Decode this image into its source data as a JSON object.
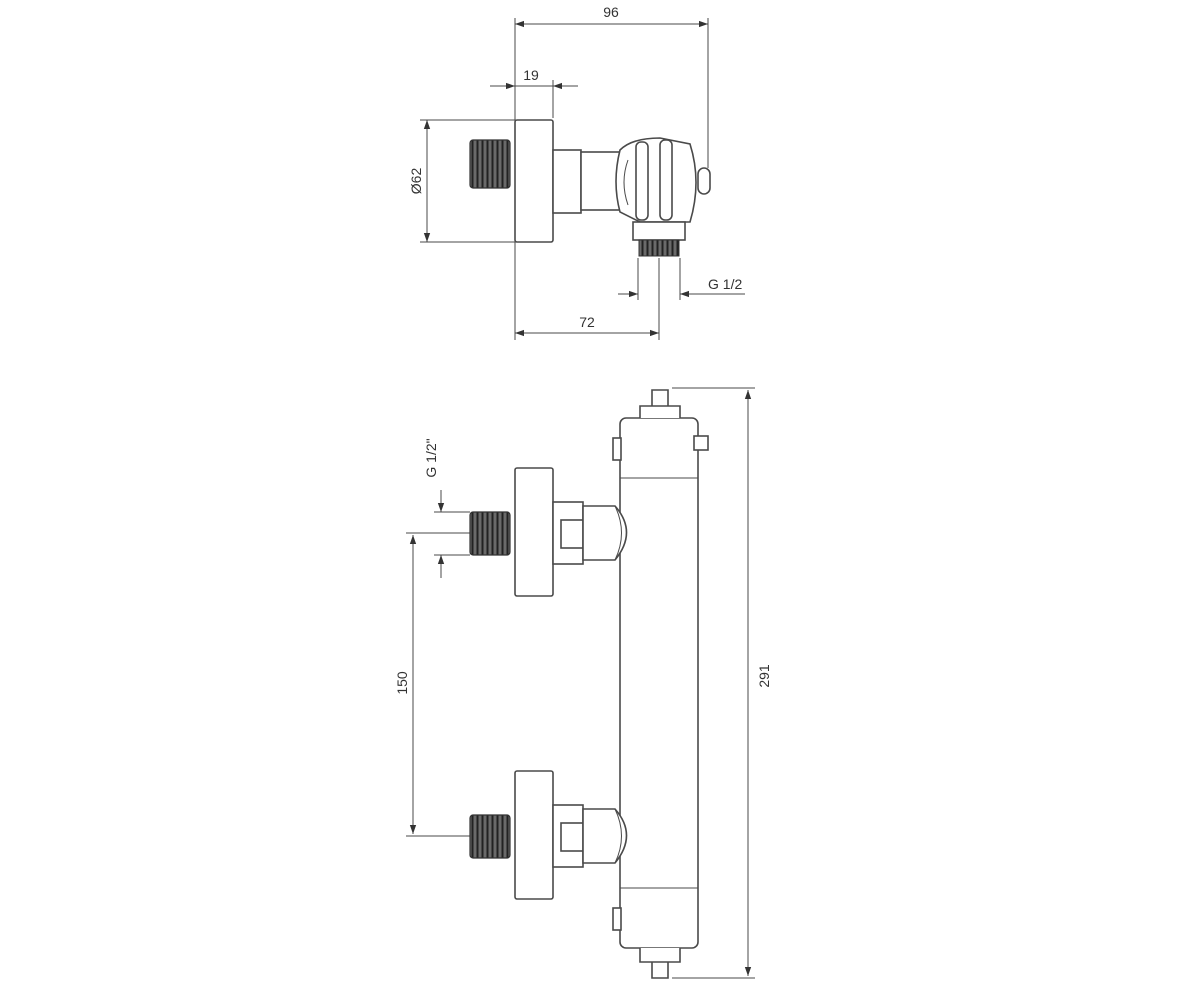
{
  "drawing": {
    "top_view": {
      "dim_overall_width": "96",
      "dim_flange_depth": "19",
      "dim_flange_diameter": "Ø62",
      "dim_outlet_thread": "G 1/2",
      "dim_outlet_offset": "72"
    },
    "front_view": {
      "dim_inlet_thread": "G 1/2\"",
      "dim_inlet_spacing": "150",
      "dim_overall_height": "291"
    }
  }
}
